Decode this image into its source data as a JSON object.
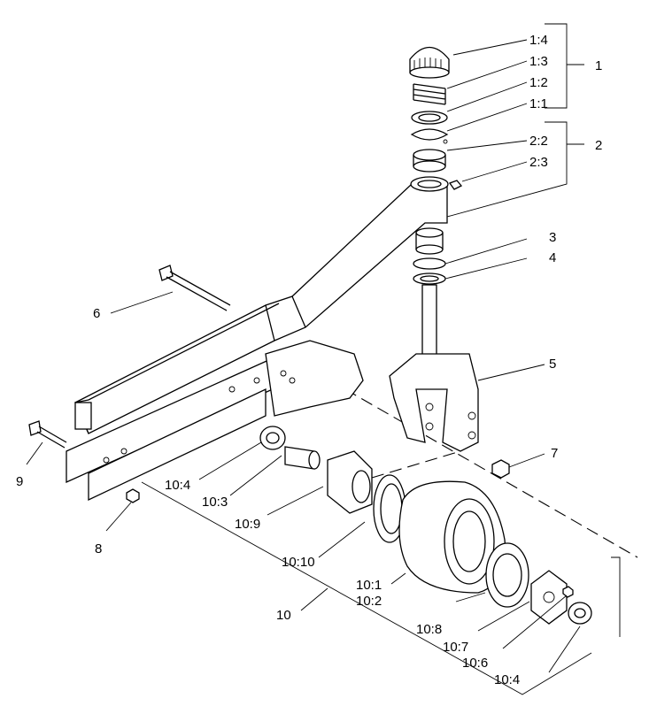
{
  "callouts": {
    "c1_4": "1:4",
    "c1_3": "1:3",
    "c1_2": "1:2",
    "c1_1": "1:1",
    "c1": "1",
    "c2_2": "2:2",
    "c2_3": "2:3",
    "c2": "2",
    "c3": "3",
    "c4": "4",
    "c5": "5",
    "c6": "6",
    "c7": "7",
    "c8": "8",
    "c9": "9",
    "c10_4a": "10:4",
    "c10_3": "10:3",
    "c10_9": "10:9",
    "c10_10": "10:10",
    "c10_1": "10:1",
    "c10_2": "10:2",
    "c10": "10",
    "c10_8": "10:8",
    "c10_7": "10:7",
    "c10_6": "10:6",
    "c10_4b": "10:4"
  }
}
